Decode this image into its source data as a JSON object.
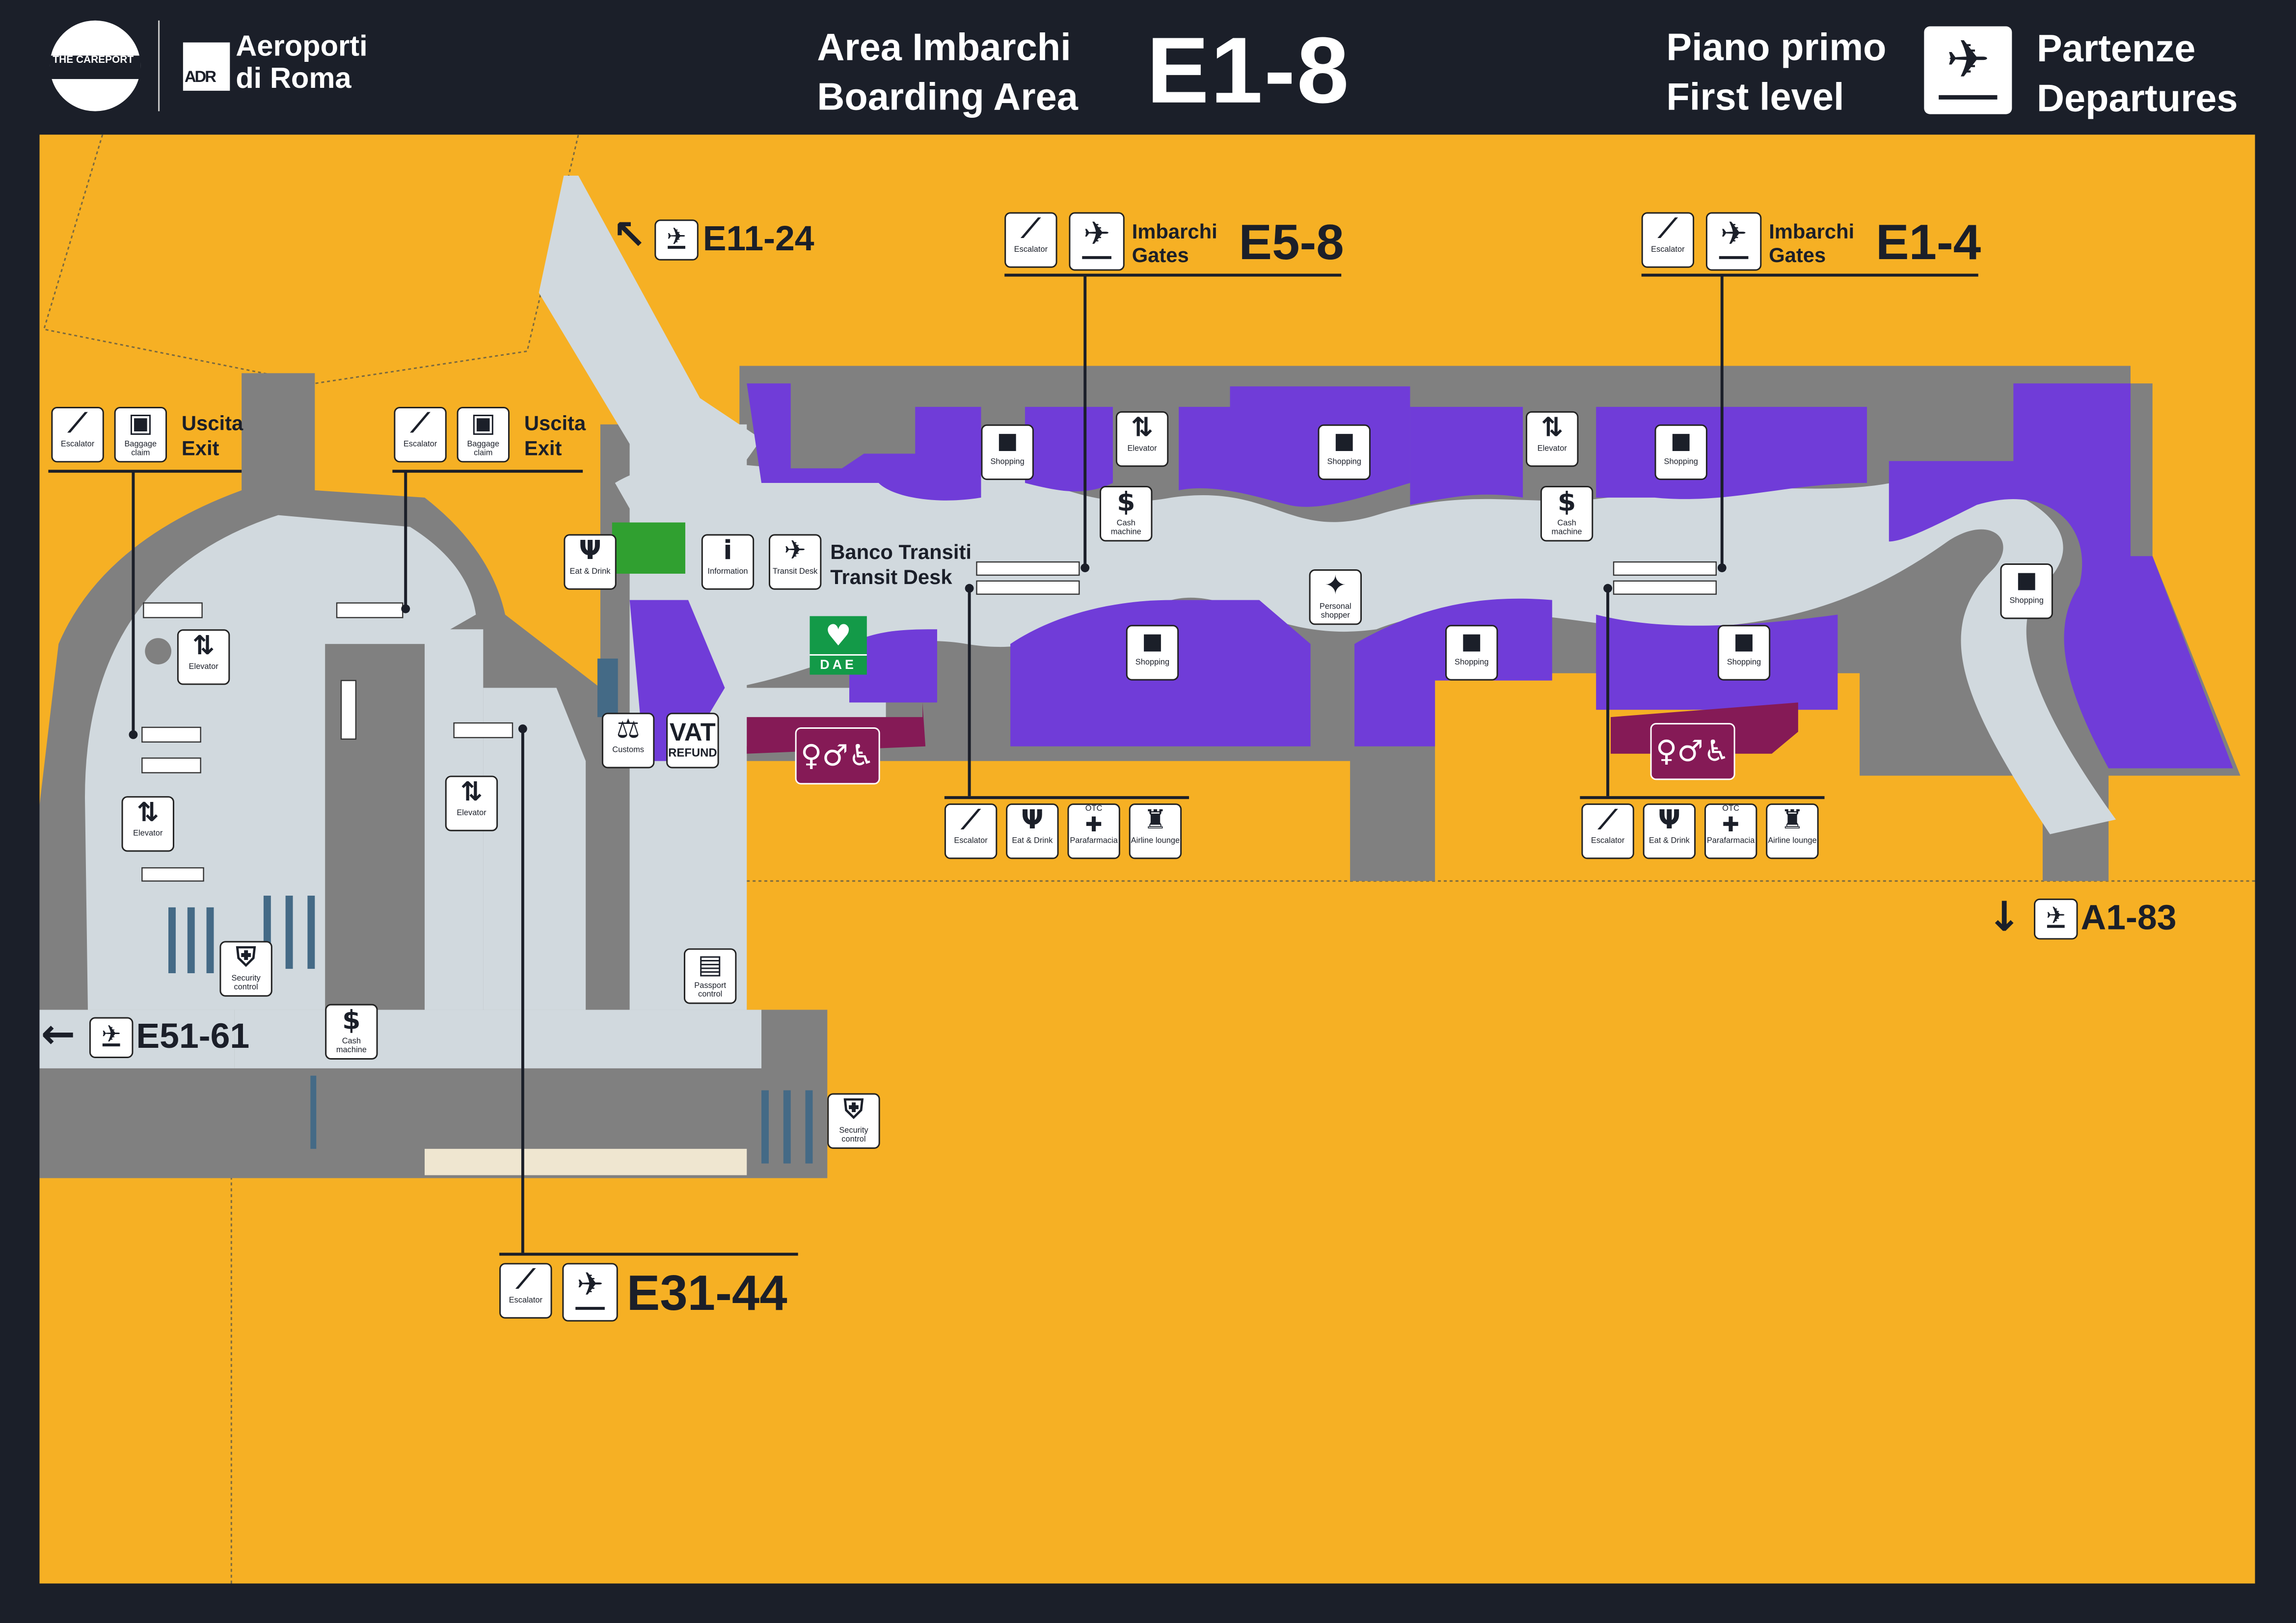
{
  "header": {
    "logo_careport": "THE CAREPORT",
    "logo_adr_mark": "ADR",
    "logo_adr_line1": "Aeroporti",
    "logo_adr_line2": "di Roma",
    "area_it": "Area Imbarchi",
    "area_en": "Boarding Area",
    "area_code": "E1-8",
    "level_it": "Piano primo",
    "level_en": "First level",
    "dir_it": "Partenze",
    "dir_en": "Departures"
  },
  "signs": {
    "exit_left": {
      "it": "Uscita",
      "en": "Exit"
    },
    "exit_center": {
      "it": "Uscita",
      "en": "Exit"
    },
    "gates_e58": {
      "it": "Imbarchi",
      "en": "Gates",
      "code": "E5-8"
    },
    "gates_e14": {
      "it": "Imbarchi",
      "en": "Gates",
      "code": "E1-4"
    },
    "e11": "E11-24",
    "e51": "E51-61",
    "a1": "A1-83",
    "e31": "E31-44",
    "transit": {
      "it": "Banco Transiti",
      "en": "Transit Desk"
    },
    "dae": "DAE",
    "vat": {
      "l1": "VAT",
      "l2": "REFUND"
    }
  },
  "colors": {
    "frame": "#1b1f29",
    "outside": "#f6b024",
    "walls": "#808080",
    "walkway": "#d1d9de",
    "shops": "#703cd8",
    "restrooms": "#851a56",
    "pharmacy_area": "#30a030"
  },
  "pois": [
    {
      "label": "Escalator",
      "icon": "escalator"
    },
    {
      "label": "Baggage claim",
      "icon": "baggage"
    },
    {
      "label": "Escalator",
      "icon": "escalator"
    },
    {
      "label": "Baggage claim",
      "icon": "baggage"
    },
    {
      "label": "Elevator",
      "icon": "elevator"
    },
    {
      "label": "Elevator",
      "icon": "elevator"
    },
    {
      "label": "Elevator",
      "icon": "elevator"
    },
    {
      "label": "Security control",
      "icon": "security"
    },
    {
      "label": "Cash machine",
      "icon": "cash"
    },
    {
      "label": "Passport control",
      "icon": "passport"
    },
    {
      "label": "Security control",
      "icon": "security"
    },
    {
      "label": "Eat & Drink",
      "icon": "eat"
    },
    {
      "label": "Information",
      "icon": "info"
    },
    {
      "label": "Transit Desk",
      "icon": "transit"
    },
    {
      "label": "Customs",
      "icon": "customs"
    },
    {
      "label": "Shopping",
      "icon": "shopping"
    },
    {
      "label": "Elevator",
      "icon": "elevator"
    },
    {
      "label": "Cash machine",
      "icon": "cash"
    },
    {
      "label": "Shopping",
      "icon": "shopping"
    },
    {
      "label": "Elevator",
      "icon": "elevator"
    },
    {
      "label": "Cash machine",
      "icon": "cash"
    },
    {
      "label": "Shopping",
      "icon": "shopping"
    },
    {
      "label": "Personal shopper",
      "icon": "personal-shopper"
    },
    {
      "label": "Shopping",
      "icon": "shopping"
    },
    {
      "label": "Shopping",
      "icon": "shopping"
    },
    {
      "label": "Shopping",
      "icon": "shopping"
    },
    {
      "label": "Shopping",
      "icon": "shopping"
    },
    {
      "label": "Escalator",
      "icon": "escalator"
    },
    {
      "label": "Eat & Drink",
      "icon": "eat"
    },
    {
      "label": "Parafarmacia",
      "icon": "pharmacy",
      "badge": "OTC"
    },
    {
      "label": "Airline lounge",
      "icon": "lounge"
    },
    {
      "label": "Escalator",
      "icon": "escalator"
    },
    {
      "label": "Eat & Drink",
      "icon": "eat"
    },
    {
      "label": "Parafarmacia",
      "icon": "pharmacy",
      "badge": "OTC"
    },
    {
      "label": "Airline lounge",
      "icon": "lounge"
    },
    {
      "label": "Escalator",
      "icon": "escalator"
    },
    {
      "label": "Escalator",
      "icon": "escalator"
    },
    {
      "label": "Escalator",
      "icon": "escalator"
    }
  ]
}
